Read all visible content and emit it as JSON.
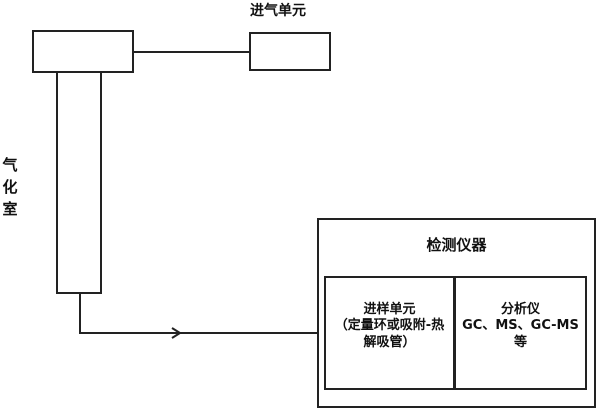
{
  "labels": {
    "intake_unit": "进气单元",
    "vaporization_chamber": "气化室",
    "detector": "检测仪器",
    "sampling_unit_line1": "进样单元",
    "sampling_unit_line2": "（定量环或吸附-热",
    "sampling_unit_line3": "解吸管）",
    "analyzer_line1": "分析仪",
    "analyzer_line2": "GC、MS、GC-MS",
    "analyzer_line3": "等"
  }
}
